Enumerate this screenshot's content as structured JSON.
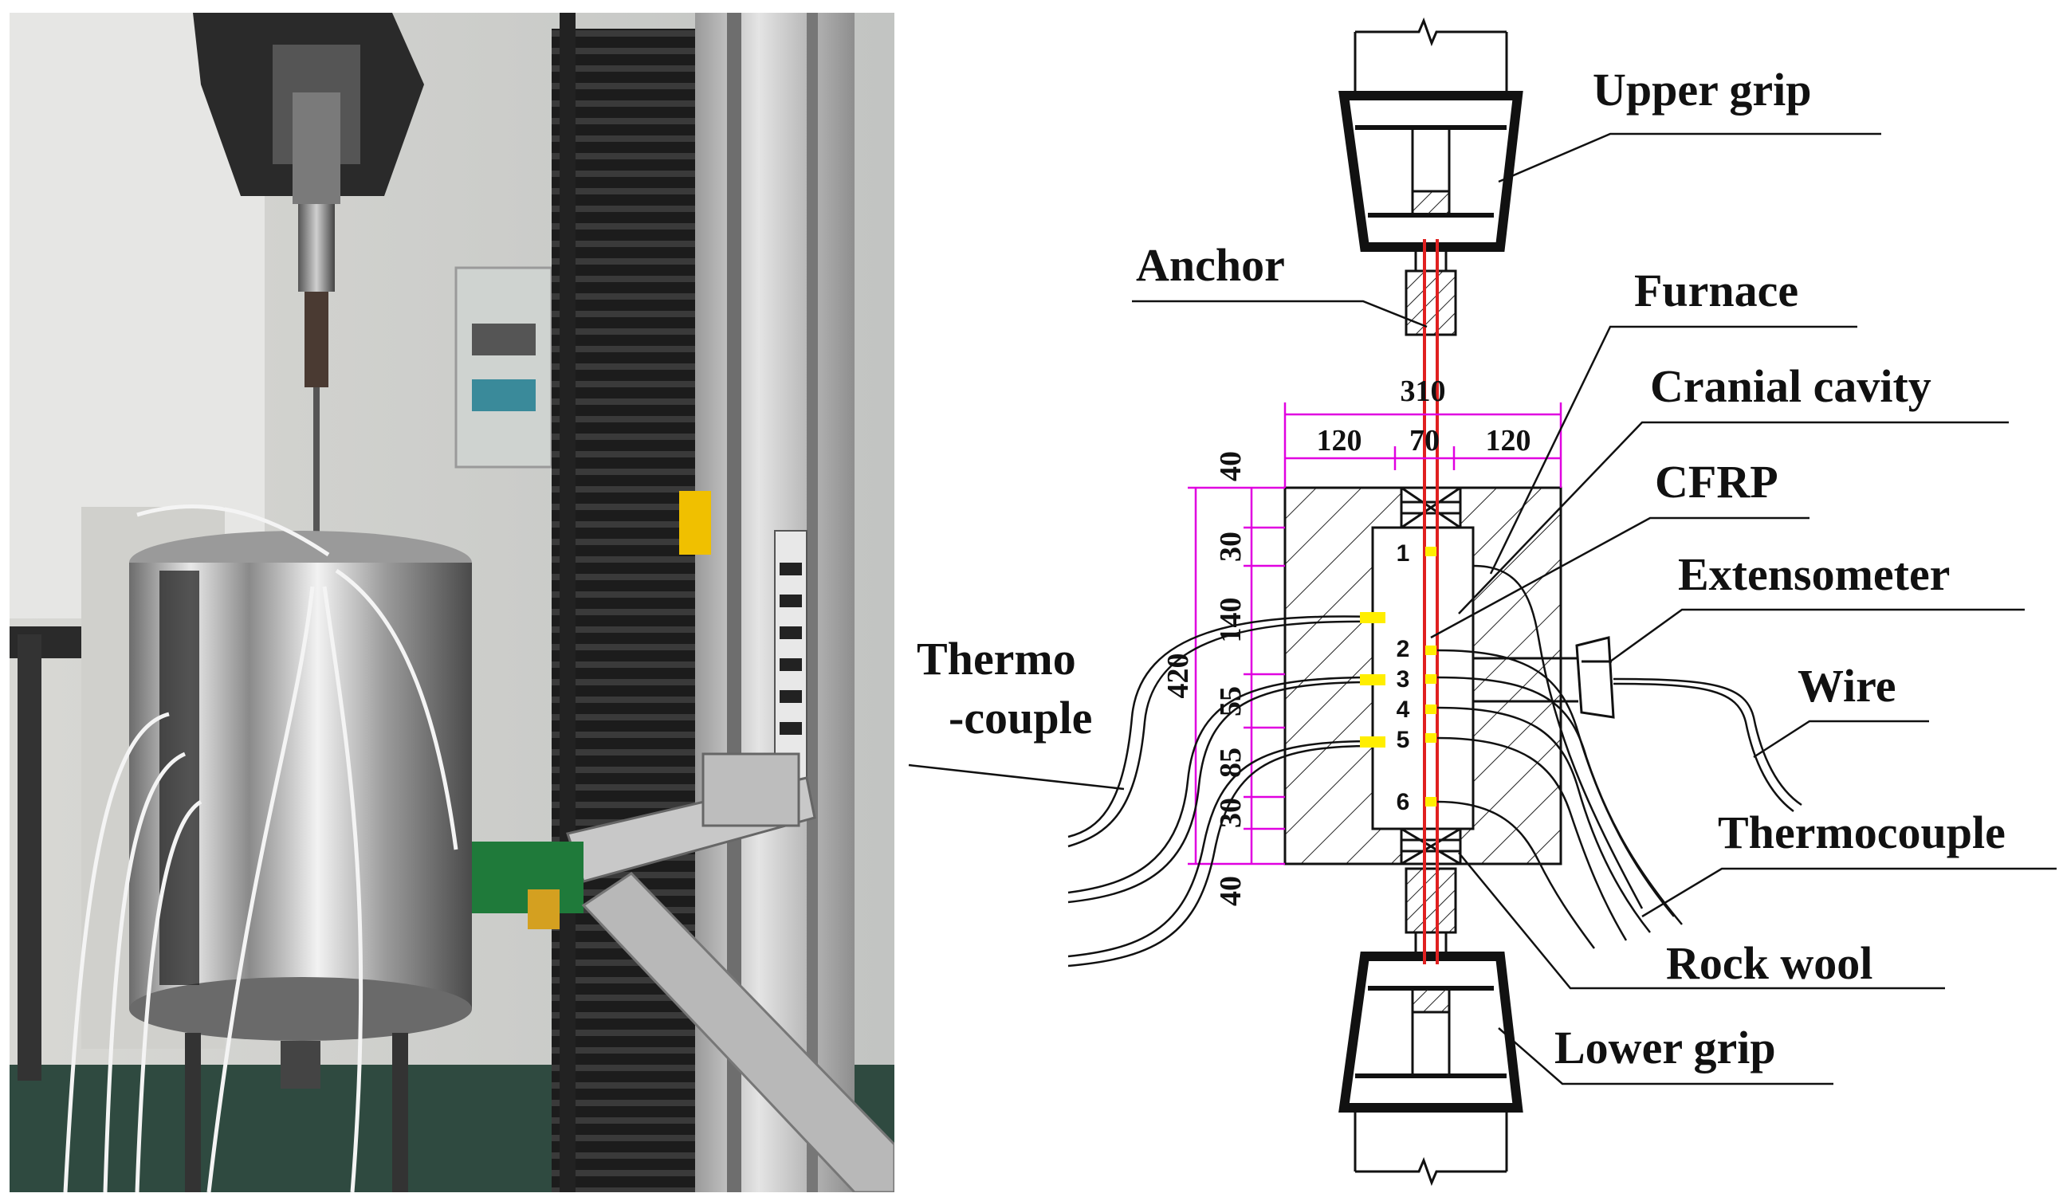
{
  "figure": {
    "photo_alt": "",
    "labels": {
      "upper_grip": "Upper grip",
      "anchor": "Anchor",
      "furnace": "Furnace",
      "cranial_cavity": "Cranial cavity",
      "cfrp": "CFRP",
      "extensometer": "Extensometer",
      "wire": "Wire",
      "thermo_line1": "Thermo",
      "thermo_line2": "-couple",
      "thermocouple": "Thermocouple",
      "rock_wool": "Rock wool",
      "lower_grip": "Lower grip"
    },
    "dimensions": {
      "total_width": "310",
      "left_width": "120",
      "middle_width": "70",
      "right_width": "120",
      "total_height": "420",
      "vertical_segments": [
        "40",
        "30",
        "140",
        "55",
        "85",
        "30",
        "40"
      ]
    },
    "thermocouple_points": [
      "1",
      "2",
      "3",
      "4",
      "5",
      "6"
    ],
    "colors": {
      "dimension_lines": "#e000e0",
      "cfrp": "#e02020",
      "thermocouple_points": "#ffee00",
      "drawing": "#111111"
    }
  }
}
